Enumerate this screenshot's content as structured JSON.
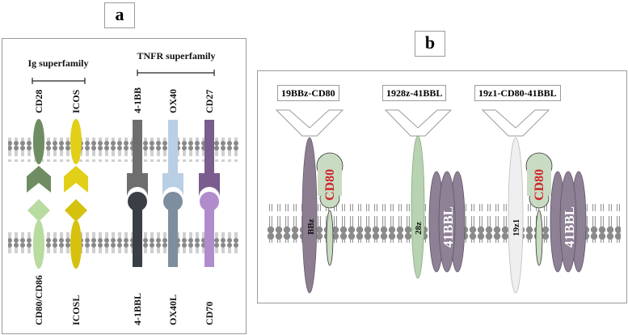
{
  "panels": {
    "a": "a",
    "b": "b"
  },
  "panel_a": {
    "families": {
      "ig": "Ig superfamily",
      "tnfr": "TNFR superfamily"
    },
    "receptors": [
      "CD28",
      "ICOS",
      "4-1BB",
      "OX40",
      "CD27"
    ],
    "ligands": [
      "CD80/CD86",
      "ICOSL",
      "4-1BBL",
      "OX40L",
      "CD70"
    ],
    "colors": {
      "CD28": "#6f8d62",
      "CD80/CD86": "#b8dba0",
      "ICOS": "#e2cf17",
      "ICOSL": "#d6c20e",
      "4-1BB": "#6e6e6e",
      "4-1BBL": "#3a3f46",
      "OX40": "#b9cfe3",
      "OX40L": "#7d8e9e",
      "CD27": "#7a5c8e",
      "CD70": "#b08ccc"
    }
  },
  "panel_b": {
    "constructs": [
      "19BBz-CD80",
      "1928z-41BBL",
      "19z1-CD80-41BBL"
    ],
    "tm_labels": [
      "BBz",
      "28z",
      "19z1"
    ],
    "cd80_label": "CD80",
    "bbl_label": "41BBL",
    "colors": {
      "BBz": "#8c7d90",
      "28z": "#b7d3b1",
      "19z1": "#efefef",
      "CD80": "#c9dcc3",
      "CD80_text": "#d0242b",
      "41BBL": "#8e8195",
      "41BBL_text": "#ffffff"
    }
  }
}
